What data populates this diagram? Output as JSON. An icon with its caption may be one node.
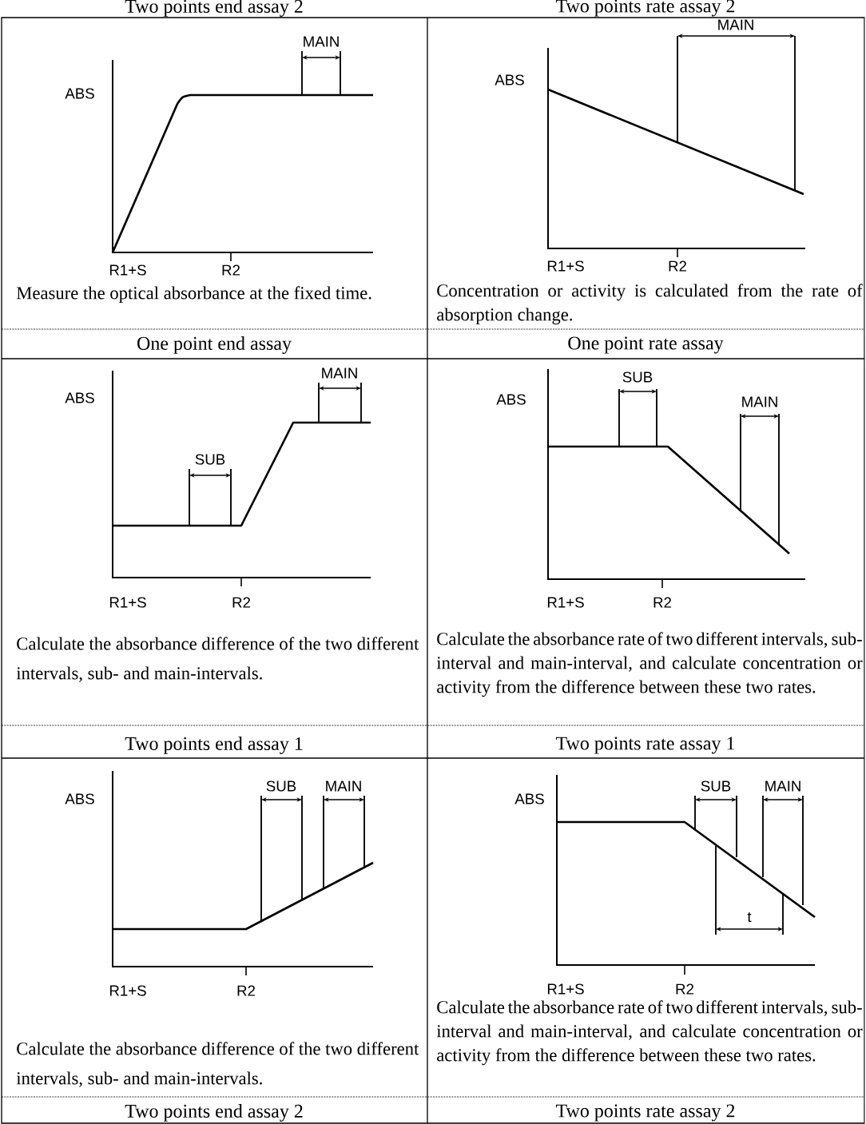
{
  "diagram": {
    "labels": [
      "Two points end assay 2",
      "Two points rate assay 2",
      "ABS",
      "MAIN",
      "R1+S",
      "R2",
      "Measure the optical absorbance at the fixed time.",
      "ABS",
      "MAIN",
      "R1+S",
      "R2",
      "Concentration or activity is calculated from the rate of absorption change.",
      "One point end assay",
      "One point rate assay",
      "ABS",
      "MAIN",
      "SUB",
      "R1+S",
      "R2",
      "Calculate the absorbance difference of the two different intervals, sub- and main-intervals.",
      "SUB",
      "ABS",
      "MAIN",
      "R1+S",
      "R2",
      "Calculate the absorbance rate of two different intervals, sub-interval and main-interval, and calculate concentration or activity from the difference between these two rates.",
      "Two points end assay 1",
      "Two points rate assay 1",
      "ABS",
      "SUB",
      "MAIN",
      "R1+S",
      "R2",
      "Calculate the absorbance difference of the two different intervals, sub- and main-intervals.",
      "ABS",
      "SUB",
      "MAIN",
      "t",
      "R1+S",
      "R2",
      "Calculate the absorbance rate of two different intervals, sub-interval and main-interval, and calculate concentration or activity from the difference between these two rates.",
      "Two points end assay 2",
      "Two points rate assay 2"
    ]
  }
}
